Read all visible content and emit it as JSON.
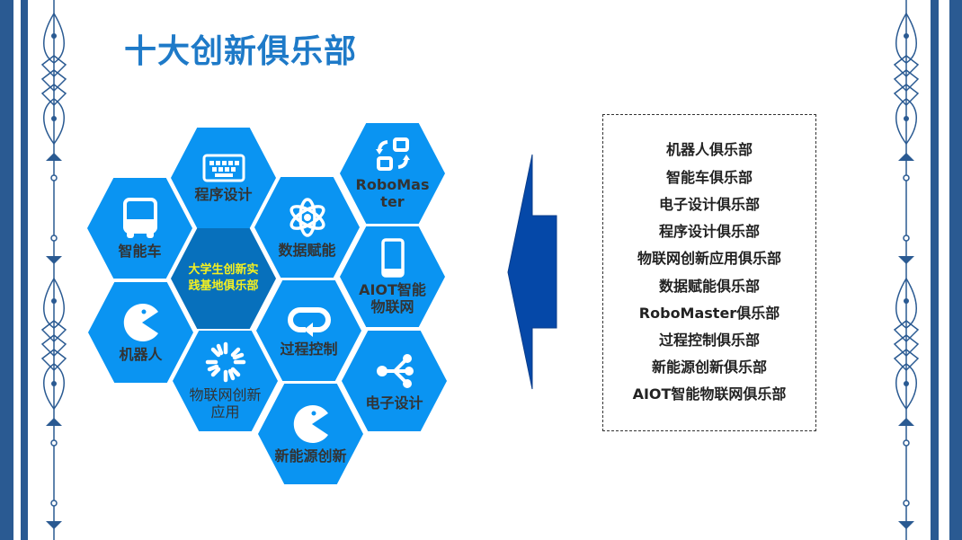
{
  "title": "十大创新俱乐部",
  "colors": {
    "border": "#2a5a92",
    "hex": "#0a94f2",
    "hex_center": "#0770bc",
    "arrow": "#0548a8",
    "title": "#1e7ac8"
  },
  "hexagons": [
    {
      "label": "程序设计",
      "icon": "keyboard-icon"
    },
    {
      "label": "智能车",
      "icon": "bus-icon"
    },
    {
      "label": "RoboMaster",
      "icon": "swap-icon"
    },
    {
      "label": "数据赋能",
      "icon": "atom-icon"
    },
    {
      "label": "大学生创新实践基地俱乐部",
      "icon": ""
    },
    {
      "label": "AIOT智能物联网",
      "icon": "phone-icon"
    },
    {
      "label": "机器人",
      "icon": "pacman-icon"
    },
    {
      "label": "过程控制",
      "icon": "loop-icon"
    },
    {
      "label": "物联网创新应用",
      "icon": "spinner-icon"
    },
    {
      "label": "电子设计",
      "icon": "share-icon"
    },
    {
      "label": "新能源创新",
      "icon": "pacman-icon"
    }
  ],
  "clubs": [
    "机器人俱乐部",
    "智能车俱乐部",
    "电子设计俱乐部",
    "程序设计俱乐部",
    "物联网创新应用俱乐部",
    "数据赋能俱乐部",
    "RoboMaster俱乐部",
    "过程控制俱乐部",
    "新能源创新俱乐部",
    "AIOT智能物联网俱乐部"
  ]
}
